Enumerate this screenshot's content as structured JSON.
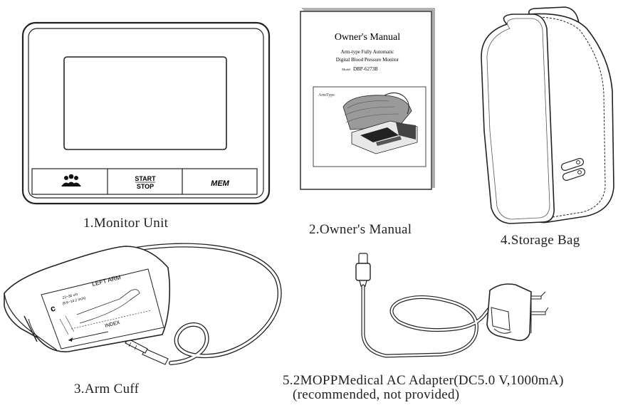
{
  "monitor": {
    "caption": "1.Monitor Unit",
    "buttons": {
      "start_line1": "START",
      "start_line2": "STOP",
      "mem": "MEM"
    }
  },
  "manual": {
    "caption": "2.Owner's Manual",
    "title": "Owner's Manual",
    "subtitle_line1": "Arm-type Fully Automatic",
    "subtitle_line2": "Digital Blood Pressure Monitor",
    "model_label": "Model",
    "model_number": "DBP-6273B",
    "photo_tag": "ArmType"
  },
  "cuff": {
    "caption": "3.Arm Cuff",
    "arm_label": "LEFT ARM",
    "size_line1": "22~36 cm",
    "size_line2": "(8.6~14.2 inch)",
    "index_label": "INDEX"
  },
  "bag": {
    "caption": "4.Storage Bag"
  },
  "adapter": {
    "caption_line1": "5.2MOPPMedical AC Adapter(DC5.0 V,1000mA)",
    "caption_line2": "(recommended, not provided)"
  }
}
